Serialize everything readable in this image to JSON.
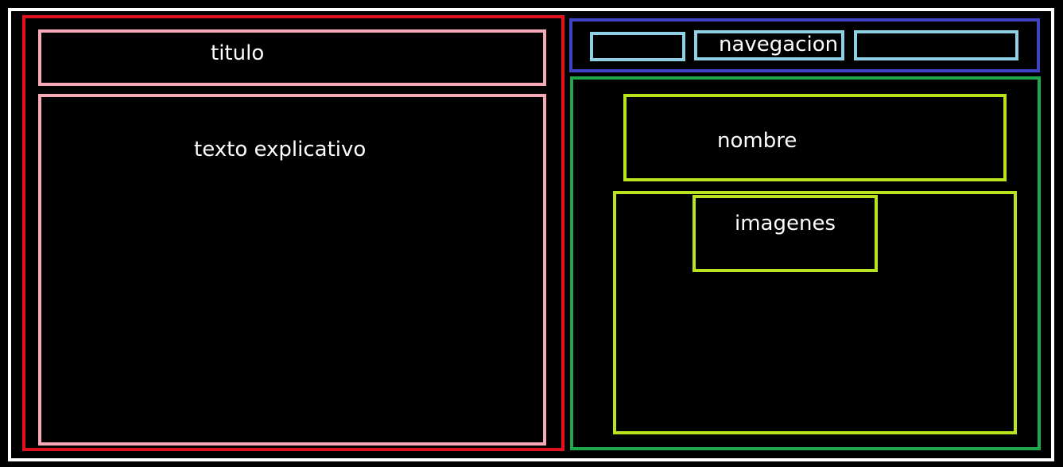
{
  "diagram": {
    "labels": {
      "titulo": "titulo",
      "texto": "texto explicativo",
      "navegacion": "navegacion",
      "nombre": "nombre",
      "imagenes": "imagenes"
    },
    "colors": {
      "background": "#000000",
      "outer": "#ffffff",
      "left_column": "#e0101c",
      "left_boxes": "#f7a9b8",
      "nav_bar": "#3f43c4",
      "nav_items": "#8fd0e4",
      "content": "#1fa84a",
      "content_boxes": "#b9e21f",
      "text": "#ffffff"
    }
  }
}
